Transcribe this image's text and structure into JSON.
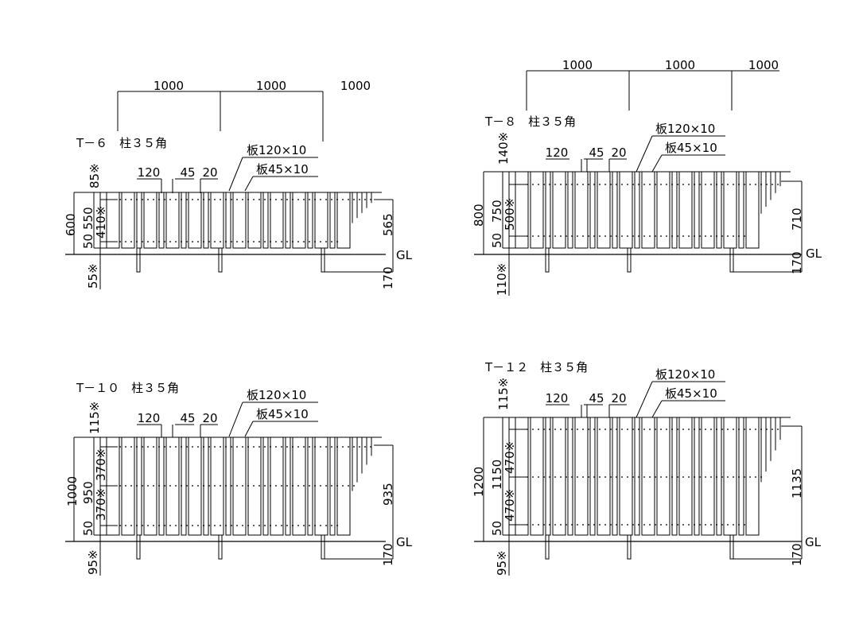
{
  "panels": [
    {
      "id": "t6",
      "title": "T－６　柱３５角",
      "spans": [
        "1000",
        "1000",
        "1000"
      ],
      "board_labels": [
        "板120×10",
        "板45×10"
      ],
      "width_labels": [
        "120",
        "45",
        "20"
      ],
      "overall_height": "600",
      "fence_height": "550",
      "base_gap": "50",
      "left_marks": [
        "85※",
        "410※",
        "55※"
      ],
      "right_height": "565",
      "ground_label": "GL",
      "embed_depth": "170"
    },
    {
      "id": "t8",
      "title": "T－８　柱３５角",
      "spans": [
        "1000",
        "1000",
        "1000"
      ],
      "board_labels": [
        "板120×10",
        "板45×10"
      ],
      "width_labels": [
        "120",
        "45",
        "20"
      ],
      "overall_height": "800",
      "fence_height": "750",
      "base_gap": "50",
      "left_marks": [
        "140※",
        "500※",
        "110※"
      ],
      "right_height": "710",
      "ground_label": "GL",
      "embed_depth": "170"
    },
    {
      "id": "t10",
      "title": "T－１０　柱３５角",
      "spans": [
        "1000",
        "1000",
        "1000"
      ],
      "board_labels": [
        "板120×10",
        "板45×10"
      ],
      "width_labels": [
        "120",
        "45",
        "20"
      ],
      "overall_height": "1000",
      "fence_height": "950",
      "base_gap": "50",
      "left_marks": [
        "115※",
        "370※",
        "370※",
        "95※"
      ],
      "right_height": "935",
      "ground_label": "GL",
      "embed_depth": "170"
    },
    {
      "id": "t12",
      "title": "T－１２　柱３５角",
      "spans": [
        "1000",
        "1000",
        "1000"
      ],
      "board_labels": [
        "板120×10",
        "板45×10"
      ],
      "width_labels": [
        "120",
        "45",
        "20"
      ],
      "overall_height": "1200",
      "fence_height": "1150",
      "base_gap": "50",
      "left_marks": [
        "115※",
        "470※",
        "470※",
        "95※"
      ],
      "right_height": "1135",
      "ground_label": "GL",
      "embed_depth": "170"
    }
  ]
}
